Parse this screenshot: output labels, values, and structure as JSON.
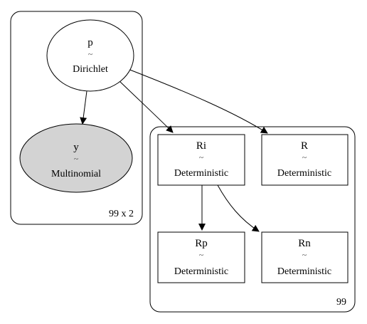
{
  "plates": [
    {
      "id": "plate_99x2",
      "label": "99 x 2"
    },
    {
      "id": "plate_99",
      "label": "99"
    }
  ],
  "nodes": [
    {
      "id": "p",
      "name": "p",
      "tilde": "~",
      "dist": "Dirichlet",
      "shape": "ellipse",
      "observed": false
    },
    {
      "id": "y",
      "name": "y",
      "tilde": "~",
      "dist": "Multinomial",
      "shape": "ellipse",
      "observed": true
    },
    {
      "id": "Ri",
      "name": "Ri",
      "tilde": "~",
      "dist": "Deterministic",
      "shape": "box",
      "observed": false
    },
    {
      "id": "R",
      "name": "R",
      "tilde": "~",
      "dist": "Deterministic",
      "shape": "box",
      "observed": false
    },
    {
      "id": "Rp",
      "name": "Rp",
      "tilde": "~",
      "dist": "Deterministic",
      "shape": "box",
      "observed": false
    },
    {
      "id": "Rn",
      "name": "Rn",
      "tilde": "~",
      "dist": "Deterministic",
      "shape": "box",
      "observed": false
    }
  ],
  "edges": [
    {
      "from": "p",
      "to": "y"
    },
    {
      "from": "p",
      "to": "Ri"
    },
    {
      "from": "p",
      "to": "R"
    },
    {
      "from": "Ri",
      "to": "Rp"
    },
    {
      "from": "Ri",
      "to": "Rn"
    }
  ],
  "colors": {
    "stroke": "#000000",
    "observed_fill": "#d3d3d3",
    "background": "#ffffff"
  }
}
